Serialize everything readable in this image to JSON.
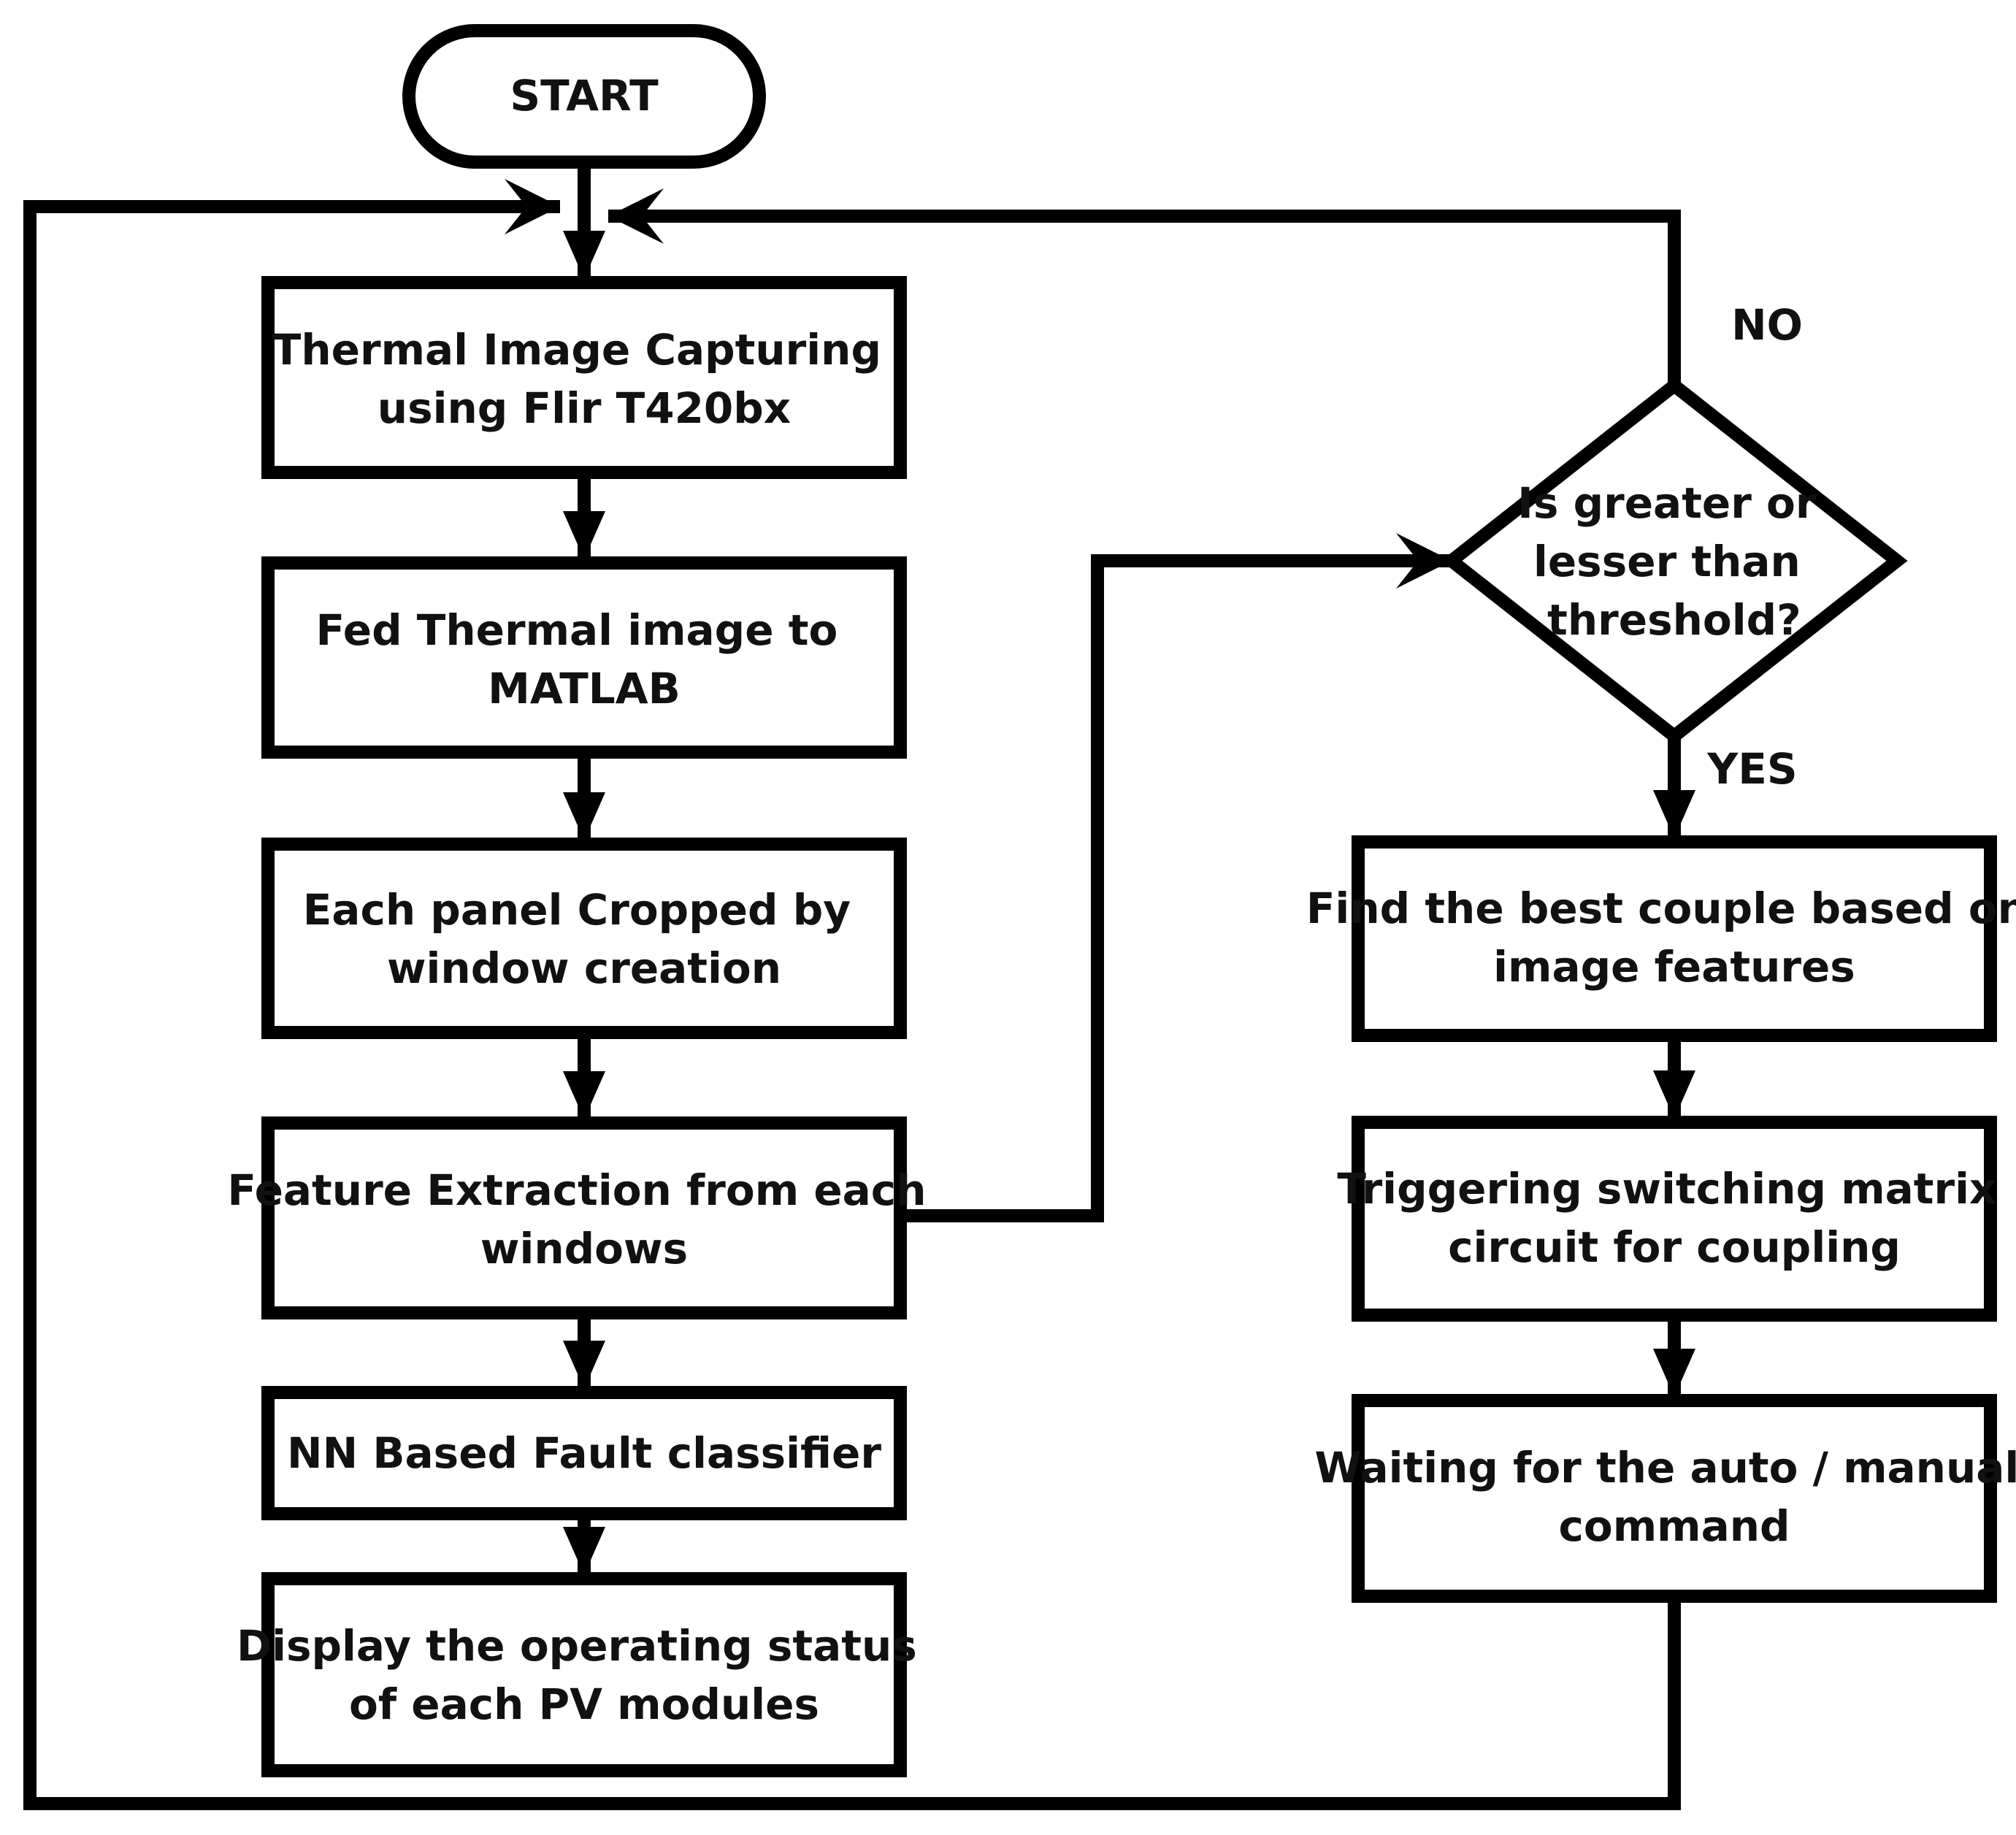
{
  "diagram": {
    "type": "flowchart",
    "colors": {
      "stroke": "#000000",
      "fill": "#ffffff",
      "text": "#111111"
    },
    "nodes": {
      "start": {
        "shape": "terminator",
        "lines": [
          "START"
        ]
      },
      "capture": {
        "shape": "process",
        "lines": [
          "Thermal Image Capturing",
          "using Flir T420bx"
        ]
      },
      "feed": {
        "shape": "process",
        "lines": [
          "Fed Thermal image to",
          "MATLAB"
        ]
      },
      "crop": {
        "shape": "process",
        "lines": [
          "Each panel Cropped by",
          "window creation"
        ]
      },
      "extract": {
        "shape": "process",
        "lines": [
          "Feature Extraction from each",
          "windows"
        ]
      },
      "classify": {
        "shape": "process",
        "lines": [
          "NN Based Fault classifier"
        ]
      },
      "display": {
        "shape": "process",
        "lines": [
          "Display the operating status",
          "of each PV modules"
        ]
      },
      "decision": {
        "shape": "decision",
        "lines": [
          "Is greater or",
          "lesser than",
          "threshold?"
        ]
      },
      "couple": {
        "shape": "process",
        "lines": [
          "Find the best couple based on",
          "image features"
        ]
      },
      "trigger": {
        "shape": "process",
        "lines": [
          "Triggering switching matrix",
          "circuit for coupling"
        ]
      },
      "wait": {
        "shape": "process",
        "lines": [
          "Waiting for the auto / manual",
          "command"
        ]
      }
    },
    "edge_labels": {
      "no": "NO",
      "yes": "YES"
    },
    "edges": [
      {
        "from": "start",
        "to": "capture"
      },
      {
        "from": "capture",
        "to": "feed"
      },
      {
        "from": "feed",
        "to": "crop"
      },
      {
        "from": "crop",
        "to": "extract"
      },
      {
        "from": "extract",
        "to": "classify"
      },
      {
        "from": "classify",
        "to": "display"
      },
      {
        "from": "extract",
        "to": "decision"
      },
      {
        "from": "decision",
        "to": "capture",
        "label": "NO"
      },
      {
        "from": "decision",
        "to": "couple",
        "label": "YES"
      },
      {
        "from": "couple",
        "to": "trigger"
      },
      {
        "from": "trigger",
        "to": "wait"
      },
      {
        "from": "wait",
        "to": "capture"
      }
    ]
  }
}
